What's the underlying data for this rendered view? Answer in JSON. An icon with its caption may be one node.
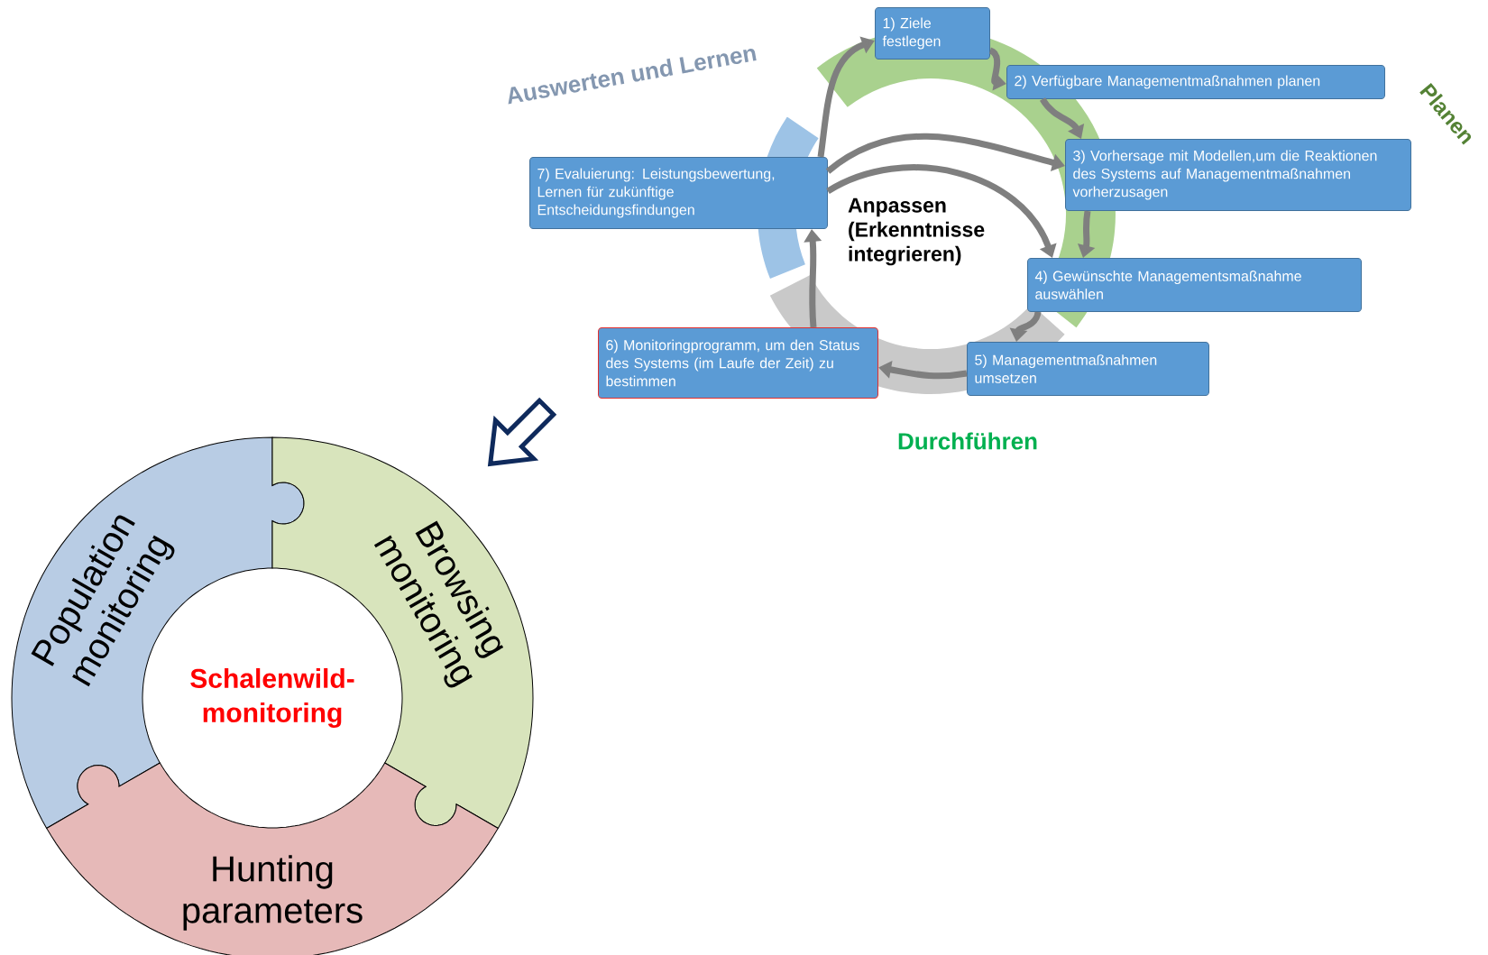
{
  "diagram": {
    "nodes": [
      {
        "text": [
          "1) Ziele festlegen"
        ]
      },
      {
        "text": [
          "2) Verfügbare Managementmaßnahmen planen"
        ]
      },
      {
        "text": [
          "3) Vorhersage mit Modellen,um die Reaktionen des Systems auf Managementmaßnahmen vorherzusagen"
        ]
      },
      {
        "text": [
          "4) Gewünschte Managementsmaßnahme auswählen"
        ]
      },
      {
        "text": [
          "5) Managementmaßnahmen umsetzen"
        ]
      },
      {
        "text": [
          "6) Monitoringprogramm, um den Status des Systems (im Laufe der Zeit) zu bestimmen"
        ]
      },
      {
        "text": [
          "7) Evaluierung: Leistungsbewertung, Lernen für zukünftige Entscheidungsfindungen"
        ]
      },
      {
        "text": [
          "Population monitoring"
        ]
      },
      {
        "text": [
          "Browsing monitoring"
        ]
      },
      {
        "text": [
          "Hunting parameters"
        ]
      }
    ],
    "edges": [
      {
        "from": 0,
        "to": 1,
        "arrow": "to"
      },
      {
        "from": 1,
        "to": 2,
        "arrow": "to"
      },
      {
        "from": 2,
        "to": 3,
        "arrow": "to"
      },
      {
        "from": 3,
        "to": 4,
        "arrow": "to"
      },
      {
        "from": 4,
        "to": 5,
        "arrow": "to"
      },
      {
        "from": 5,
        "to": 6,
        "arrow": "to"
      },
      {
        "from": 6,
        "to": 0,
        "arrow": "to"
      },
      {
        "from": 6,
        "to": 2,
        "arrow": "to"
      },
      {
        "from": 6,
        "to": 3,
        "arrow": "to"
      }
    ],
    "labels": [
      "Auswerten und Lernen",
      "Planen",
      "Anpassen (Erkenntnisse integrieren)",
      "Durchführen",
      "Schalenwild-monitoring"
    ]
  }
}
